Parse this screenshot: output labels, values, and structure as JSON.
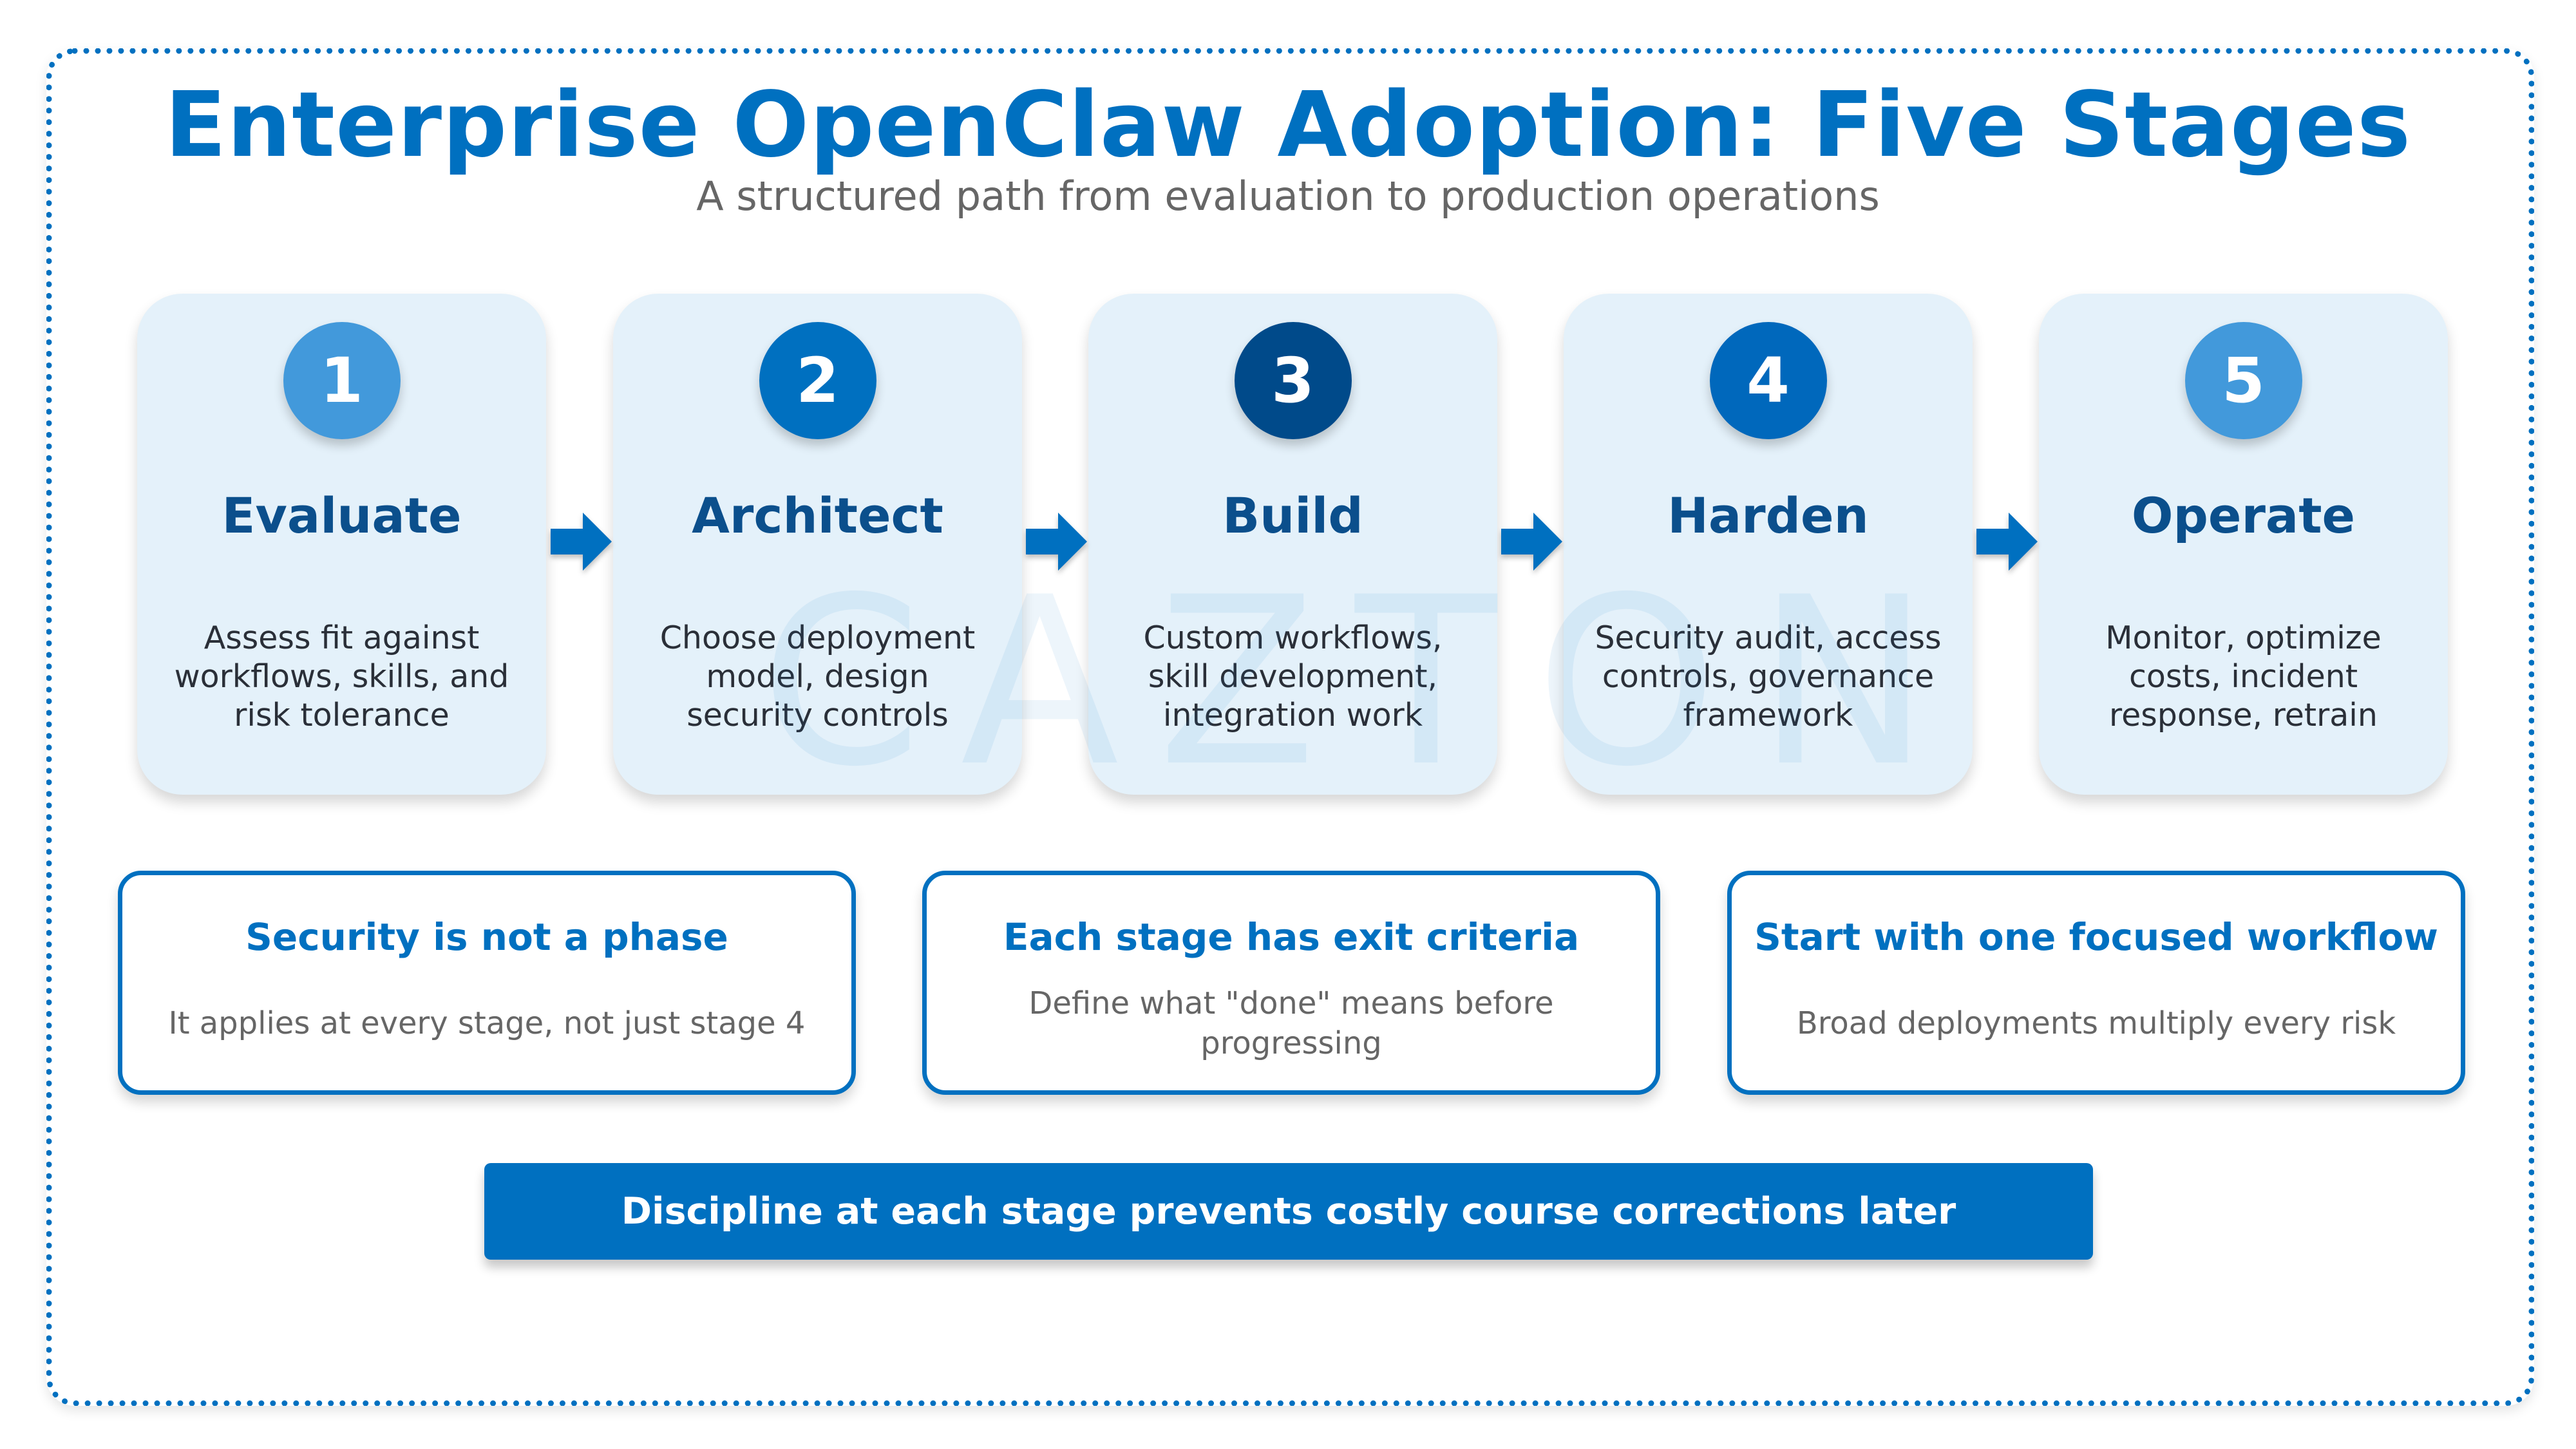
{
  "header": {
    "title": "Enterprise OpenClaw Adoption: Five Stages",
    "subtitle": "A structured path from evaluation to production operations"
  },
  "watermark": "CAZTON",
  "stages": [
    {
      "number": "1",
      "name": "Evaluate",
      "description": "Assess fit against workflows, skills, and risk tolerance",
      "circle_color": "#4299DB"
    },
    {
      "number": "2",
      "name": "Architect",
      "description": "Choose deployment model, design security controls",
      "circle_color": "#0070C0"
    },
    {
      "number": "3",
      "name": "Build",
      "description": "Custom workflows, skill development, integration work",
      "circle_color": "#004A8A"
    },
    {
      "number": "4",
      "name": "Harden",
      "description": "Security audit, access controls, governance framework",
      "circle_color": "#0068BC"
    },
    {
      "number": "5",
      "name": "Operate",
      "description": "Monitor, optimize costs, incident response, retrain",
      "circle_color": "#4299DB"
    }
  ],
  "arrows": {
    "icon": "arrow-right-icon",
    "color": "#0070C0"
  },
  "insights": [
    {
      "title": "Security is not a phase",
      "text": "It applies at every stage, not just stage 4"
    },
    {
      "title": "Each stage has exit criteria",
      "text": "Define what \"done\" means before progressing"
    },
    {
      "title": "Start with one focused workflow",
      "text": "Broad deployments multiply every risk"
    }
  ],
  "banner": {
    "text": "Discipline at each stage prevents costly course corrections later"
  },
  "colors": {
    "accent": "#0070C0",
    "stage_title": "#0B4F8C",
    "card_background": "#E4F1FA",
    "body_text": "#2A2F38",
    "muted_text": "#666666"
  }
}
